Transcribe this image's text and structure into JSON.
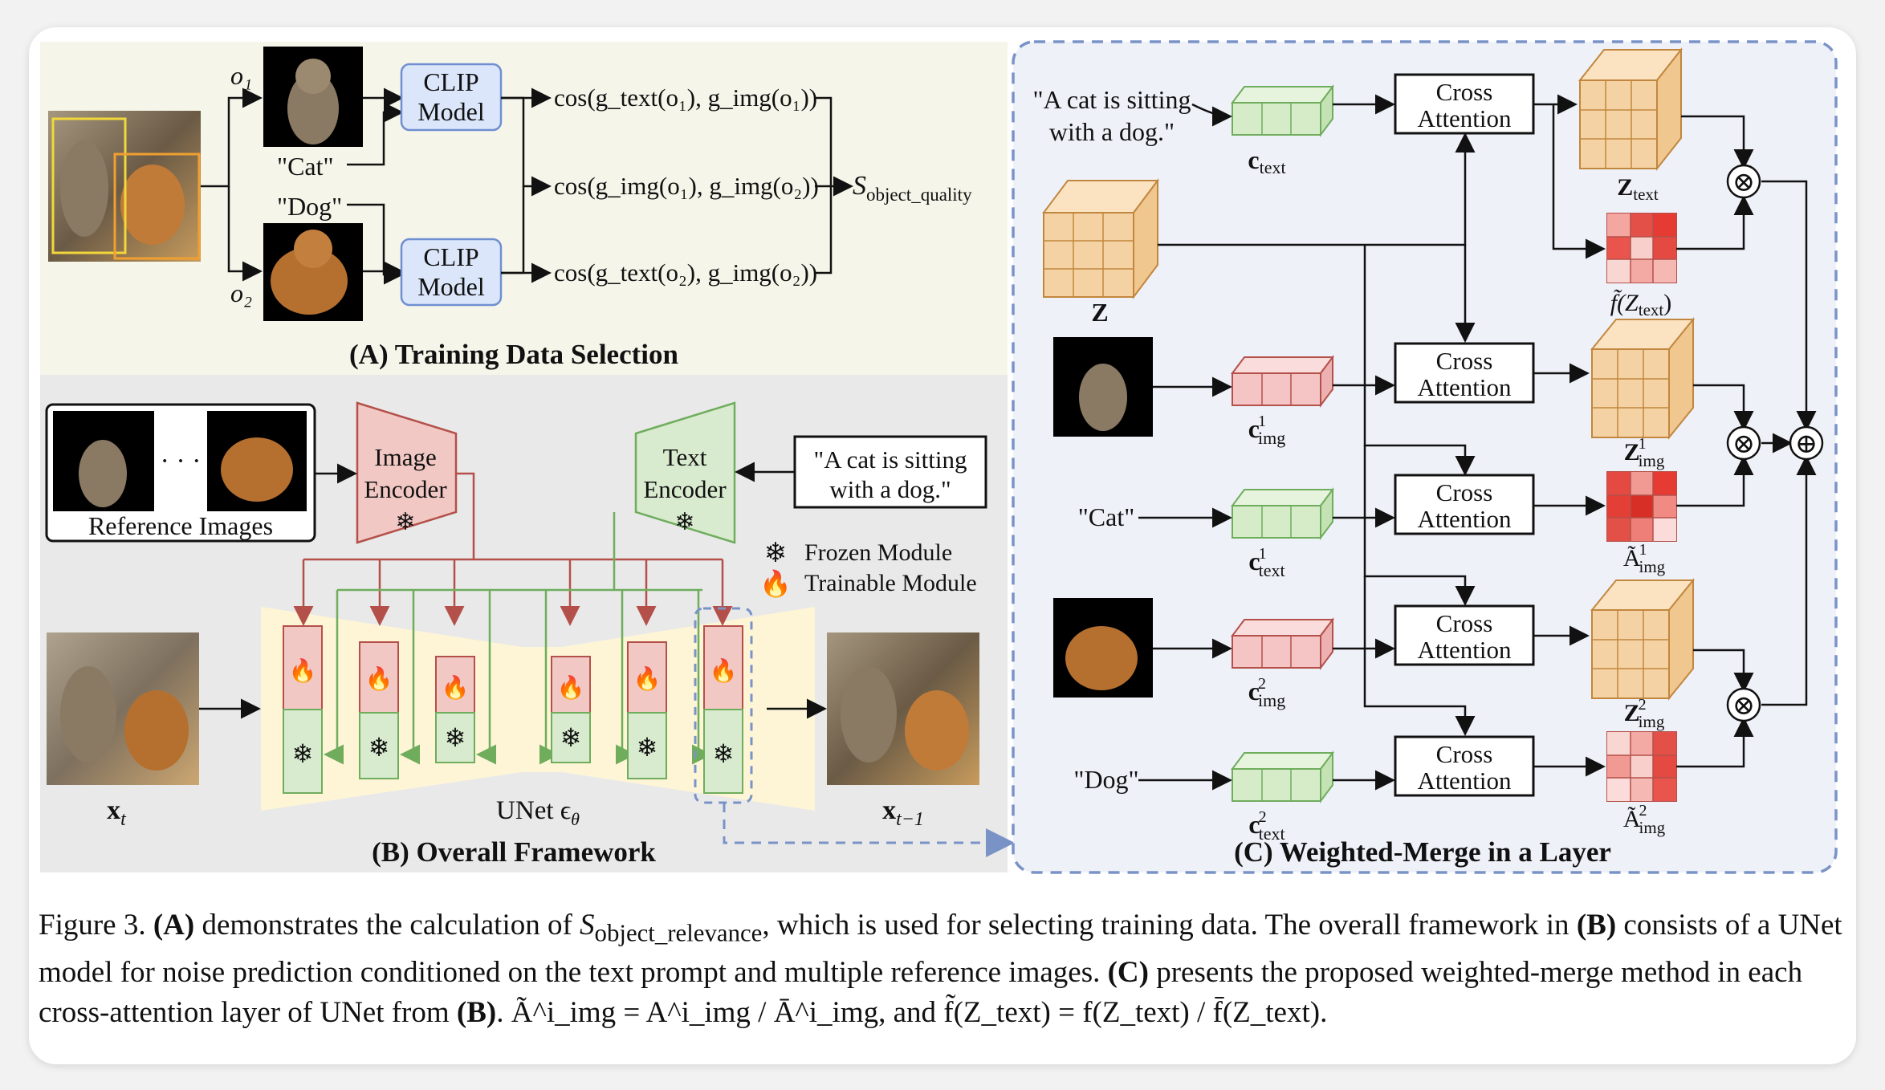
{
  "panel_a": {
    "title": "(A) Training Data Selection",
    "o1": "o₁",
    "o2": "o₂",
    "label_cat": "\"Cat\"",
    "label_dog": "\"Dog\"",
    "clip_line1": "CLIP",
    "clip_line2": "Model",
    "cos_1": "cos(g_text(o₁), g_img(o₁))",
    "cos_2": "cos(g_img(o₁), g_img(o₂))",
    "cos_3": "cos(g_text(o₂), g_img(o₂))",
    "s_symbol": "S",
    "s_subscript": "object_quality"
  },
  "panel_b": {
    "title": "(B) Overall Framework",
    "reference_images": "Reference Images",
    "ellipsis": "· · ·",
    "image_encoder_1": "Image",
    "image_encoder_2": "Encoder",
    "text_encoder_1": "Text",
    "text_encoder_2": "Encoder",
    "prompt_1": "\"A cat is sitting",
    "prompt_2": "with a dog.\"",
    "legend_frozen": "Frozen Module",
    "legend_trainable": "Trainable Module",
    "unet_label": "UNet ϵ",
    "unet_sub": "θ",
    "xt": "x",
    "xt_sub": "t",
    "xt1": "x",
    "xt1_sub": "t−1"
  },
  "panel_c": {
    "title": "(C) Weighted-Merge in a Layer",
    "prompt_1": "\"A cat is sitting",
    "prompt_2": "with a dog.\"",
    "cat": "\"Cat\"",
    "dog": "\"Dog\"",
    "z": "Z",
    "cross_1": "Cross",
    "cross_2": "Attention",
    "c": "c",
    "sub_text": "text",
    "sub_img": "img",
    "sup_1": "1",
    "sup_2": "2",
    "z_text": "Z",
    "f_tilde": "f̃(Z",
    "f_tilde_close": ")",
    "a_tilde": "Ã",
    "otimes": "⊗",
    "oplus": "⊕"
  },
  "caption": {
    "figure_label": "Figure 3.",
    "part_a": "(A)",
    "seg1": " demonstrates the calculation of ",
    "s_sym": "S",
    "s_sub": "object_relevance",
    "seg2": ", which is used for selecting training data. The overall framework in ",
    "part_b": "(B)",
    "seg3": " consists of a UNet model for noise prediction conditioned on the text prompt and multiple reference images. ",
    "part_c": "(C)",
    "seg4": " presents the proposed weighted-merge method in each cross-attention layer of UNet from ",
    "part_b2": "(B)",
    "seg5": ". ",
    "formula": "Ã^i_img = A^i_img / Ā^i_img, and f̃(Z_text) = f(Z_text) / f̄(Z_text)."
  },
  "colors": {
    "panel_a_bg": "#f6f5ea",
    "panel_b_bg": "#e9e9e9",
    "panel_c_bg": "#eef1f8",
    "clip_fill": "#dce6fb",
    "clip_stroke": "#6f8fd0",
    "image_encoder_fill": "#f2c8c4",
    "text_encoder_fill": "#d8ebcf",
    "red_line": "#b4504a",
    "green_line": "#6fad5d",
    "dashed_blue": "#7a93c7",
    "cube_orange": "#f5d2a3",
    "cube_green": "#d6ecc9",
    "cube_red": "#f5c5c5"
  }
}
